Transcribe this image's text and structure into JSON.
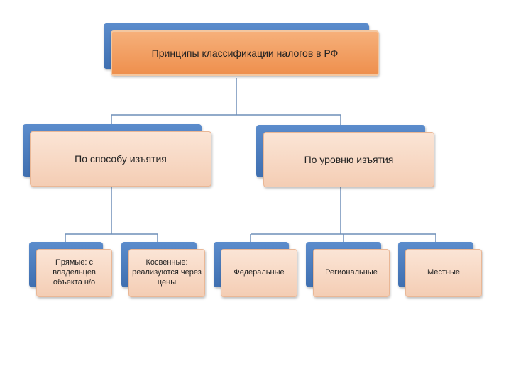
{
  "diagram": {
    "root": {
      "label": "Принципы классификации налогов в РФ"
    },
    "branches": [
      {
        "label": "По способу изъятия",
        "children": [
          {
            "label": "Прямые: с владельцев объекта н/о"
          },
          {
            "label": "Косвенные: реализуются через цены"
          }
        ]
      },
      {
        "label": "По уровню изъятия",
        "children": [
          {
            "label": "Федеральные"
          },
          {
            "label": "Региональные"
          },
          {
            "label": "Местные"
          }
        ]
      }
    ],
    "colors": {
      "connector": "#6f8fb8",
      "back_panel": "#4a7bbf",
      "root_fill": "#f0964f",
      "node_fill": "#f9dcc8"
    }
  }
}
